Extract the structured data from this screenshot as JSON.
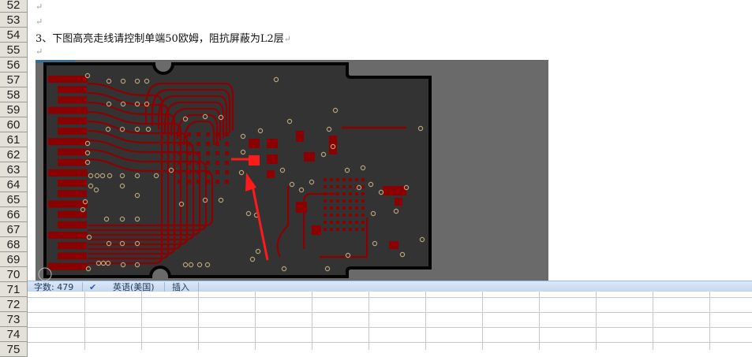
{
  "rows": [
    "52",
    "53",
    "54",
    "55",
    "56",
    "57",
    "58",
    "59",
    "60",
    "61",
    "62",
    "63",
    "64",
    "65",
    "66",
    "67",
    "68",
    "69",
    "70",
    "71",
    "72",
    "73",
    "74",
    "75"
  ],
  "document": {
    "paragraph_mark": "↵",
    "instruction": "3、下图高亮走线请控制单端50欧姆，阻抗屏蔽为L2层"
  },
  "status_bar": {
    "word_count": "字数: 479",
    "language": "英语(美国)",
    "mode": "插入"
  },
  "colors": {
    "trace": "#8b0000",
    "highlight": "#ff1a1a",
    "board": "#333333",
    "background": "#6a6a6a"
  }
}
